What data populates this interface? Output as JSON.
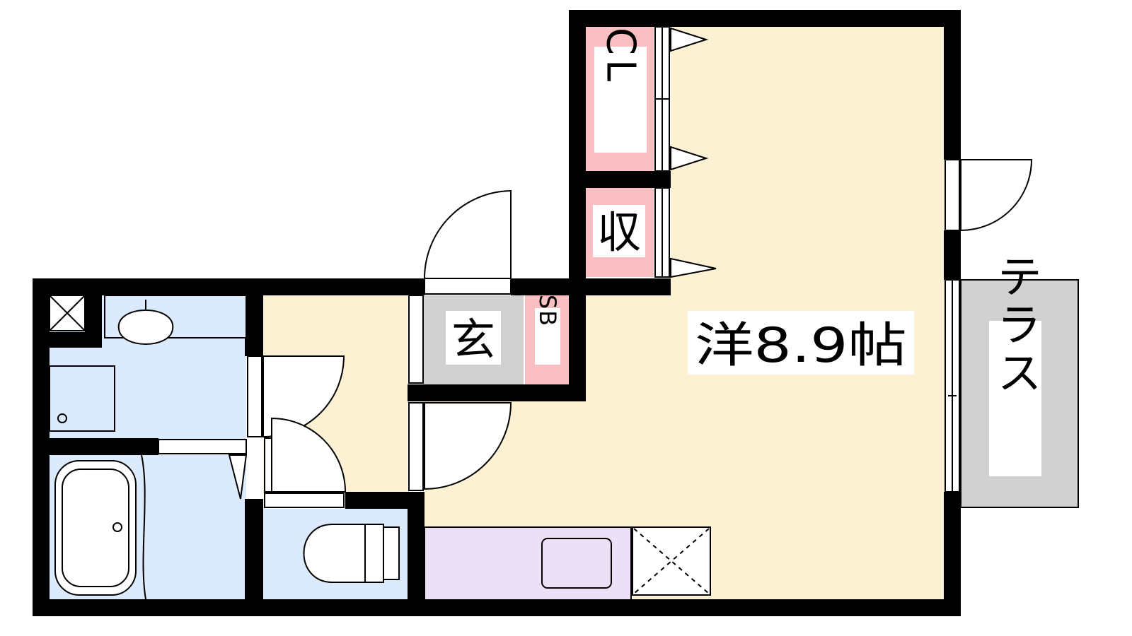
{
  "floor_plan": {
    "rooms": {
      "western_room": {
        "label": "洋8.9帖"
      },
      "entrance": {
        "label": "玄"
      },
      "shoe_box": {
        "label": "SB"
      },
      "closet": {
        "label": "CL"
      },
      "storage": {
        "label": "収"
      },
      "terrace": {
        "label": "テラス"
      }
    },
    "colors": {
      "wall": "#000000",
      "western_room": "#fdf1d4",
      "wet_area": "#dbeafc",
      "kitchen": "#ebe0f5",
      "storage": "#f9bfc3",
      "entrance": "#d1d1d1",
      "terrace": "#d1d1d1"
    }
  }
}
